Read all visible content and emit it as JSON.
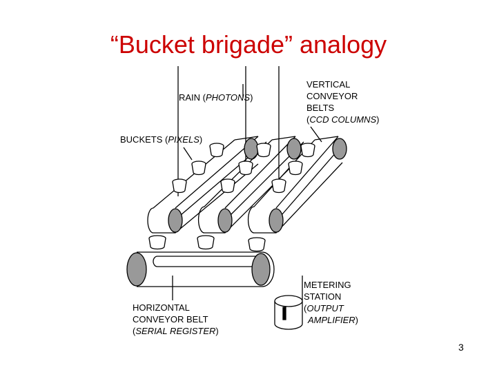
{
  "slide": {
    "title": "“Bucket brigade” analogy",
    "page_number": "3"
  },
  "labels": {
    "rain": {
      "prefix": "RAIN (",
      "italic": "PHOTONS",
      "suffix": ")"
    },
    "vertical_belts": {
      "line1": "VERTICAL",
      "line2": "CONVEYOR",
      "line3": "BELTS",
      "line4": {
        "prefix": "(",
        "italic": "CCD COLUMNS",
        "suffix": ")"
      }
    },
    "buckets": {
      "prefix": "BUCKETS (",
      "italic": "PIXELS",
      "suffix": ")"
    },
    "horizontal_belt": {
      "line1": "HORIZONTAL",
      "line2": "CONVEYOR BELT",
      "line3": {
        "prefix": "(",
        "italic": "SERIAL REGISTER",
        "suffix": ")"
      }
    },
    "metering_station": {
      "line1": "METERING",
      "line2": "STATION",
      "line3": {
        "prefix": "(",
        "italic": "OUTPUT"
      },
      "line4": {
        "italic": "AMPLIFIER",
        "suffix": ")"
      }
    }
  },
  "colors": {
    "title": "#cc0000",
    "belt_end_fill": "#999999",
    "line": "#000000"
  }
}
